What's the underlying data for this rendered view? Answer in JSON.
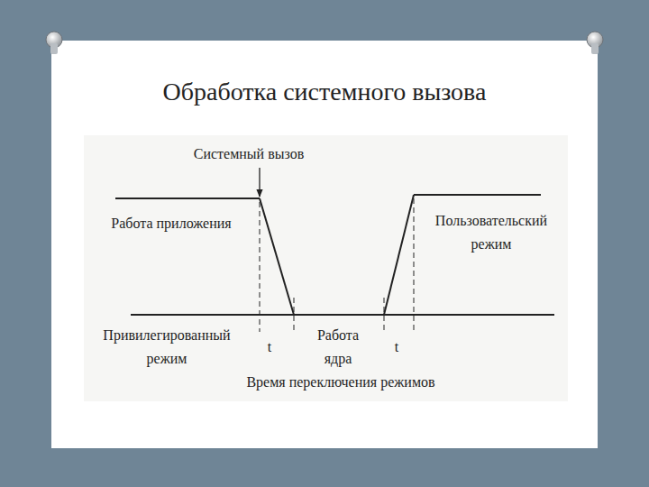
{
  "diagram": {
    "title": "Обработка системного вызова",
    "labels": [
      "Системный вызов",
      "Работа приложения",
      "Пользовательский режим",
      "Привилегированный режим",
      "t",
      "Работа ядра",
      "t",
      "Время переключения режимов"
    ]
  }
}
